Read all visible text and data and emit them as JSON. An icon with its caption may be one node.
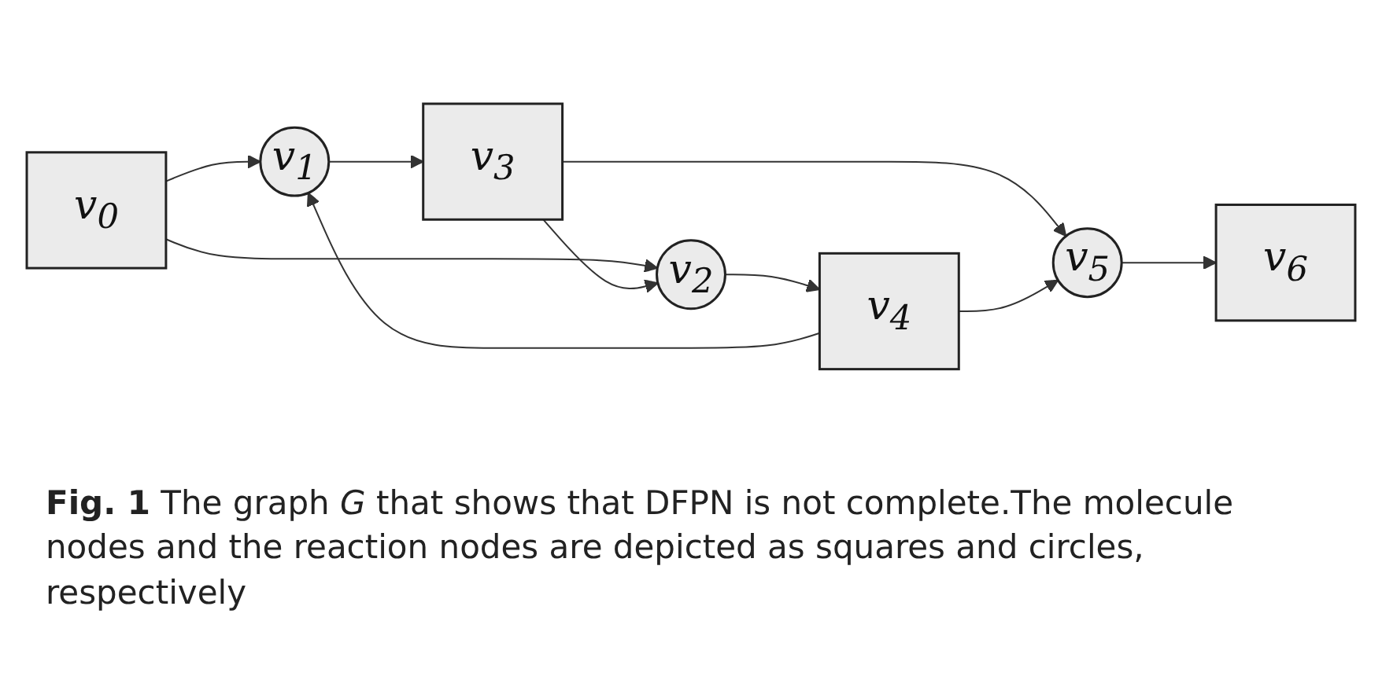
{
  "diagram": {
    "caption": "**Fig. 1** The graph *G* that shows that DFPN is not complete.The molecule nodes and the reaction nodes are depicted as squares and circles, respectively",
    "nodes": [
      {
        "text": [
          "v$_{0}$"
        ]
      },
      {
        "text": [
          "v$_{1}$"
        ]
      },
      {
        "text": [
          "v$_{2}$"
        ]
      },
      {
        "text": [
          "v$_{3}$"
        ]
      },
      {
        "text": [
          "v$_{4}$"
        ]
      },
      {
        "text": [
          "v$_{5}$"
        ]
      },
      {
        "text": [
          "v$_{6}$"
        ]
      }
    ],
    "edges": [
      {
        "from": 0,
        "to": 1,
        "arrow": "to"
      },
      {
        "from": 0,
        "to": 2,
        "arrow": "to"
      },
      {
        "from": 1,
        "to": 3,
        "arrow": "to"
      },
      {
        "from": 3,
        "to": 2,
        "arrow": "to"
      },
      {
        "from": 4,
        "to": 1,
        "arrow": "to"
      },
      {
        "from": 2,
        "to": 4,
        "arrow": "to"
      },
      {
        "from": 3,
        "to": 5,
        "arrow": "to"
      },
      {
        "from": 4,
        "to": 5,
        "arrow": "to"
      },
      {
        "from": 5,
        "to": 6,
        "arrow": "to"
      }
    ]
  }
}
